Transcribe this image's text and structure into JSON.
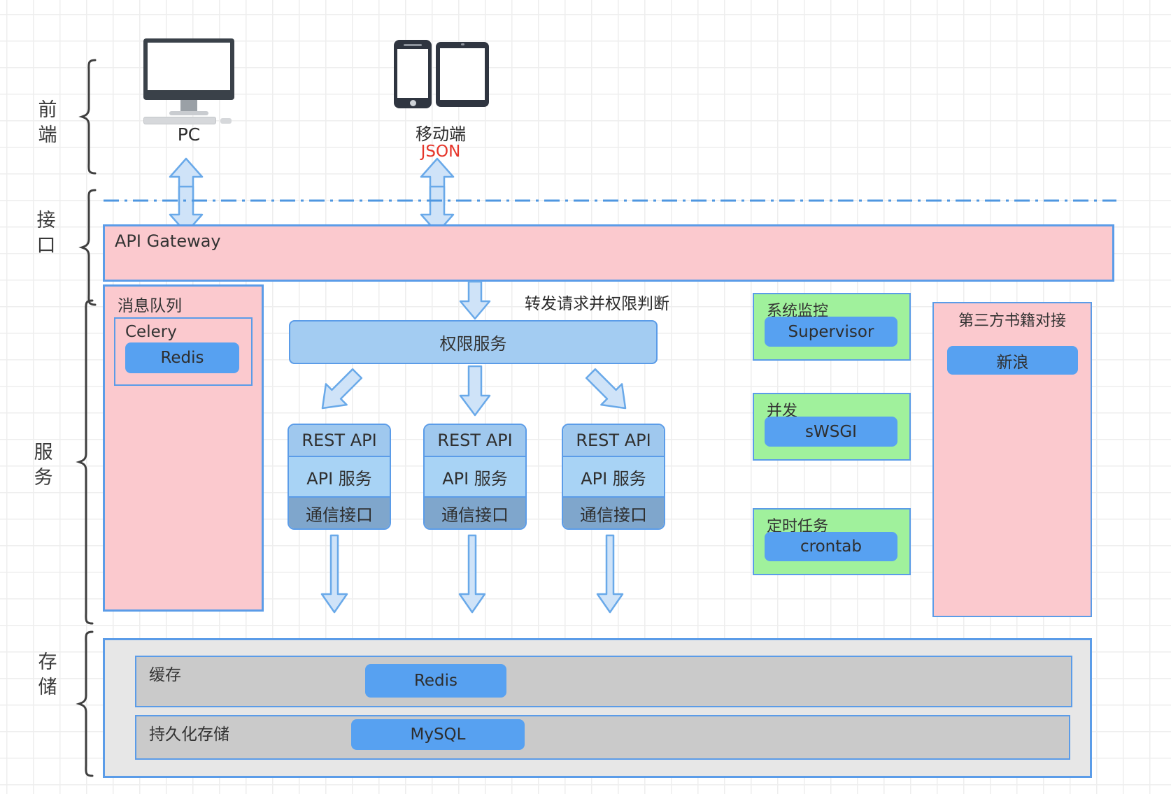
{
  "side_labels": {
    "frontend": "前\n端",
    "interface": "接\n口",
    "service": "服\n务",
    "storage": "存\n储"
  },
  "devices": {
    "pc_label": "PC",
    "mobile_label": "移动端",
    "json_label": "JSON"
  },
  "gateway": {
    "title": "API Gateway"
  },
  "annotations": {
    "forward": "转发请求并权限判断"
  },
  "permission": {
    "label": "权限服务"
  },
  "rest_stacks": [
    {
      "top": "REST API",
      "mid": "API 服务",
      "bottom": "通信接口"
    },
    {
      "top": "REST API",
      "mid": "API 服务",
      "bottom": "通信接口"
    },
    {
      "top": "REST API",
      "mid": "API 服务",
      "bottom": "通信接口"
    }
  ],
  "message_queue": {
    "title": "消息队列",
    "celery": "Celery",
    "redis": "Redis"
  },
  "monitor": {
    "title": "系统监控",
    "item": "Supervisor"
  },
  "concurrency": {
    "title": "并发",
    "item": "sWSGI"
  },
  "cron": {
    "title": "定时任务",
    "item": "crontab"
  },
  "third_party": {
    "title": "第三方书籍对接",
    "item": "新浪"
  },
  "storage": {
    "cache_label": "缓存",
    "cache_item": "Redis",
    "persist_label": "持久化存储",
    "persist_item": "MySQL"
  },
  "colors": {
    "pink": "#fbc9ce",
    "green": "#a0f19c",
    "blue_border": "#5b9ce8",
    "blue_button": "#57a1f1",
    "light_blue_box": "#a3ccf2",
    "rest_top": "#9fc8ee",
    "rest_mid": "#a8d3f5",
    "rest_bottom": "#7fa6cc",
    "arrow_fill": "#cfe3f8",
    "storage_outer": "#e7e7e7",
    "storage_row": "#cacaca",
    "json_red": "#e63429"
  }
}
